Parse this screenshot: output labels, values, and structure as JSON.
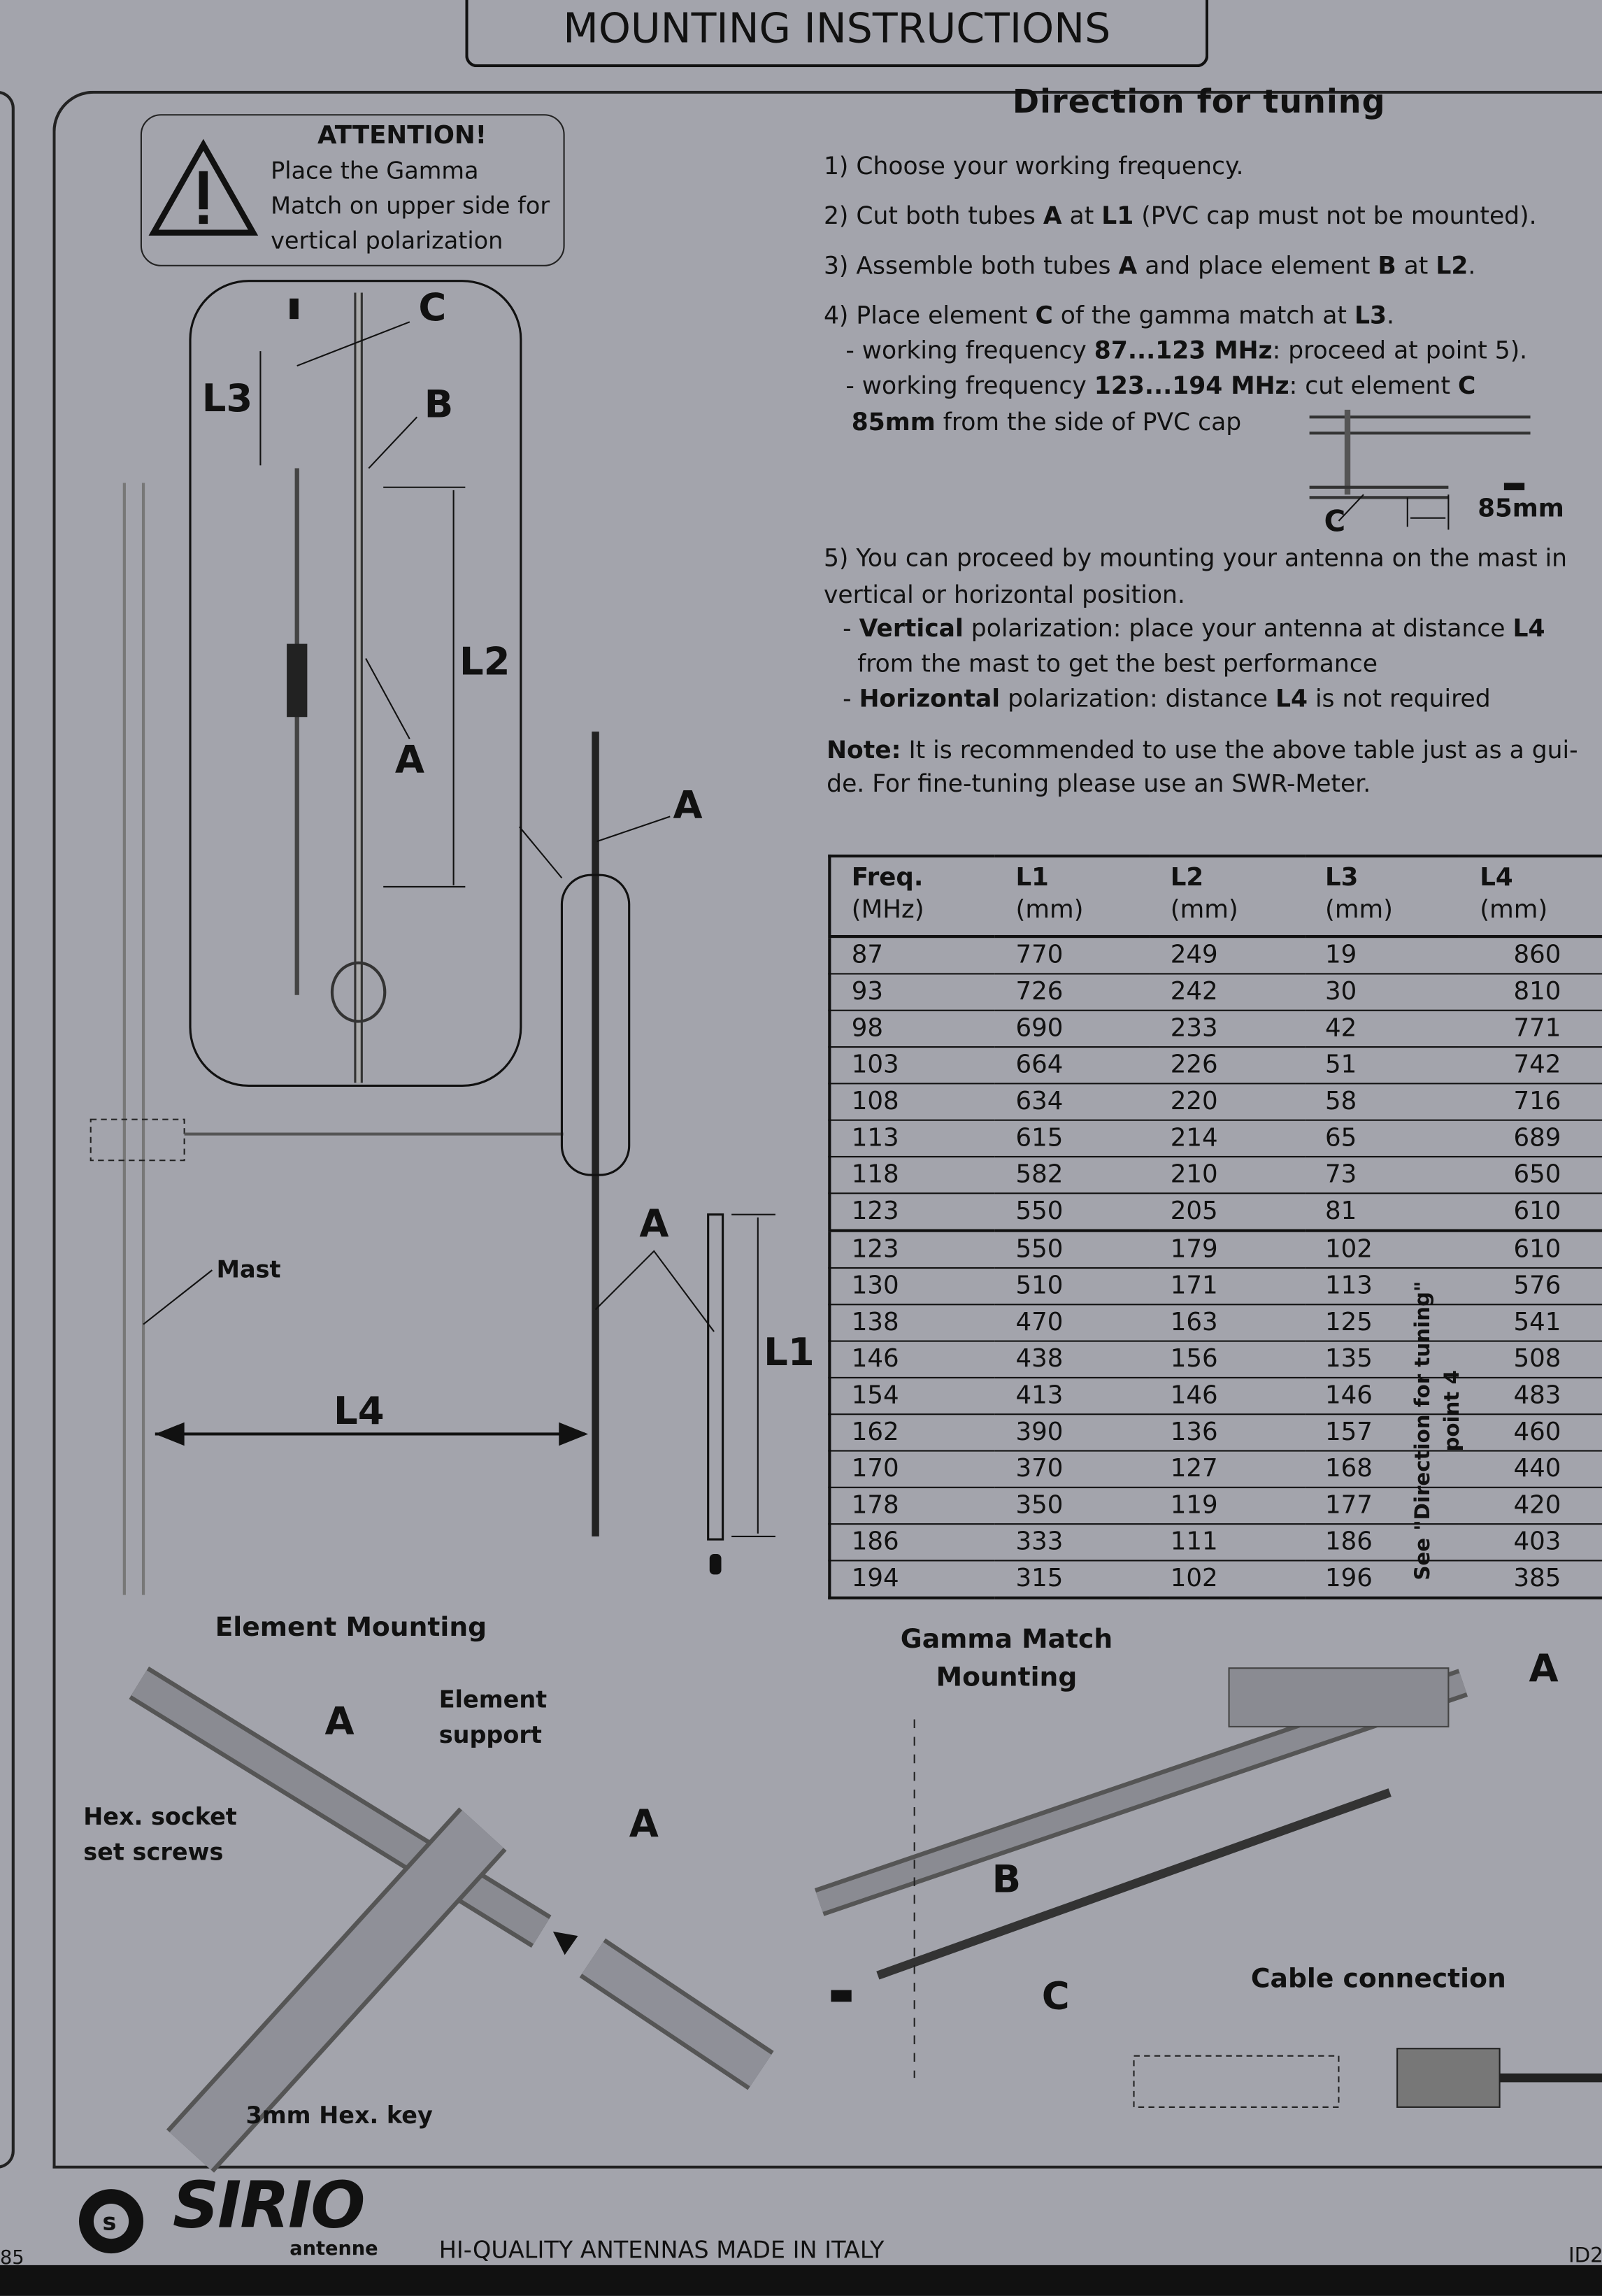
{
  "title": "MOUNTING INSTRUCTIONS",
  "attention": {
    "heading": "ATTENTION!",
    "text": "Place the Gamma Match on upper side for vertical polarization"
  },
  "tuning": {
    "heading": "Direction for tuning",
    "s1": "1) Choose your working frequency.",
    "s2a": "2) Cut both tubes ",
    "s2b": "A",
    "s2c": " at ",
    "s2d": "L1",
    "s2e": "  (PVC cap must not be mounted).",
    "s3a": "3) Assemble both tubes ",
    "s3b": "A",
    "s3c": " and place element ",
    "s3d": "B",
    "s3e": " at ",
    "s3f": "L2",
    "s4a": "4) Place element ",
    "s4b": "C",
    "s4c": " of the gamma match at ",
    "s4d": "L3",
    "s4e": "- working frequency ",
    "s4f": "87...123 MHz",
    "s4g": ": proceed at point 5).",
    "s4h": "- working frequency ",
    "s4i": "123...194 MHz",
    "s4j": ": cut element ",
    "s4k": "C",
    "s4l": "85mm",
    "s4m": " from the side of PVC cap",
    "s5a": "5) You can proceed by mounting your antenna on the mast in",
    "s5b": "vertical or horizontal position.",
    "s5c": "- ",
    "s5d": "Vertical",
    "s5e": " polarization: place your antenna at distance ",
    "s5f": "L4",
    "s5g": "from the mast to get the best performance",
    "s5h": "- ",
    "s5i": "Horizontal",
    "s5j": " polarization: distance ",
    "s5k": "L4",
    "s5l": " is not required",
    "note_label": "Note:",
    "note1": " It is recommended to use the above table just as a gui-",
    "note2": "de. For fine-tuning please use an SWR-Meter.",
    "diagram_c": "C",
    "diagram_85": "85mm"
  },
  "table": {
    "headers": [
      [
        "Freq.",
        "(MHz)"
      ],
      [
        "L1",
        "(mm)"
      ],
      [
        "L2",
        "(mm)"
      ],
      [
        "L3",
        "(mm)"
      ],
      [
        "L4",
        "(mm)"
      ]
    ],
    "rows": [
      [
        "87",
        "770",
        "249",
        "19",
        "860"
      ],
      [
        "93",
        "726",
        "242",
        "30",
        "810"
      ],
      [
        "98",
        "690",
        "233",
        "42",
        "771"
      ],
      [
        "103",
        "664",
        "226",
        "51",
        "742"
      ],
      [
        "108",
        "634",
        "220",
        "58",
        "716"
      ],
      [
        "113",
        "615",
        "214",
        "65",
        "689"
      ],
      [
        "118",
        "582",
        "210",
        "73",
        "650"
      ],
      [
        "123",
        "550",
        "205",
        "81",
        "610"
      ],
      [
        "123",
        "550",
        "179",
        "102",
        "610"
      ],
      [
        "130",
        "510",
        "171",
        "113",
        "576"
      ],
      [
        "138",
        "470",
        "163",
        "125",
        "541"
      ],
      [
        "146",
        "438",
        "156",
        "135",
        "508"
      ],
      [
        "154",
        "413",
        "146",
        "146",
        "483"
      ],
      [
        "162",
        "390",
        "136",
        "157",
        "460"
      ],
      [
        "170",
        "370",
        "127",
        "168",
        "440"
      ],
      [
        "178",
        "350",
        "119",
        "177",
        "420"
      ],
      [
        "186",
        "333",
        "111",
        "186",
        "403"
      ],
      [
        "194",
        "315",
        "102",
        "196",
        "385"
      ]
    ],
    "side_note_1": "See \"Direction for tuning\"",
    "side_note_2": "point 4"
  },
  "diagram": {
    "C": "C",
    "B": "B",
    "A": "A",
    "L1": "L1",
    "L2": "L2",
    "L3": "L3",
    "L4": "L4",
    "mast": "Mast"
  },
  "element_mounting": {
    "title": "Element Mounting",
    "A": "A",
    "support": "Element support",
    "hex": "Hex. socket set screws",
    "key": "3mm Hex. key",
    "A2": "A"
  },
  "gamma_mounting": {
    "title": "Gamma Match Mounting",
    "A": "A",
    "B": "B",
    "C": "C"
  },
  "cable": {
    "title": "Cable connection"
  },
  "footer": {
    "brand": "SIRIO",
    "sub": "antenne",
    "tagline": "HI-QUALITY ANTENNAS MADE IN ITALY",
    "page_left": "85",
    "page_right": "ID2"
  }
}
